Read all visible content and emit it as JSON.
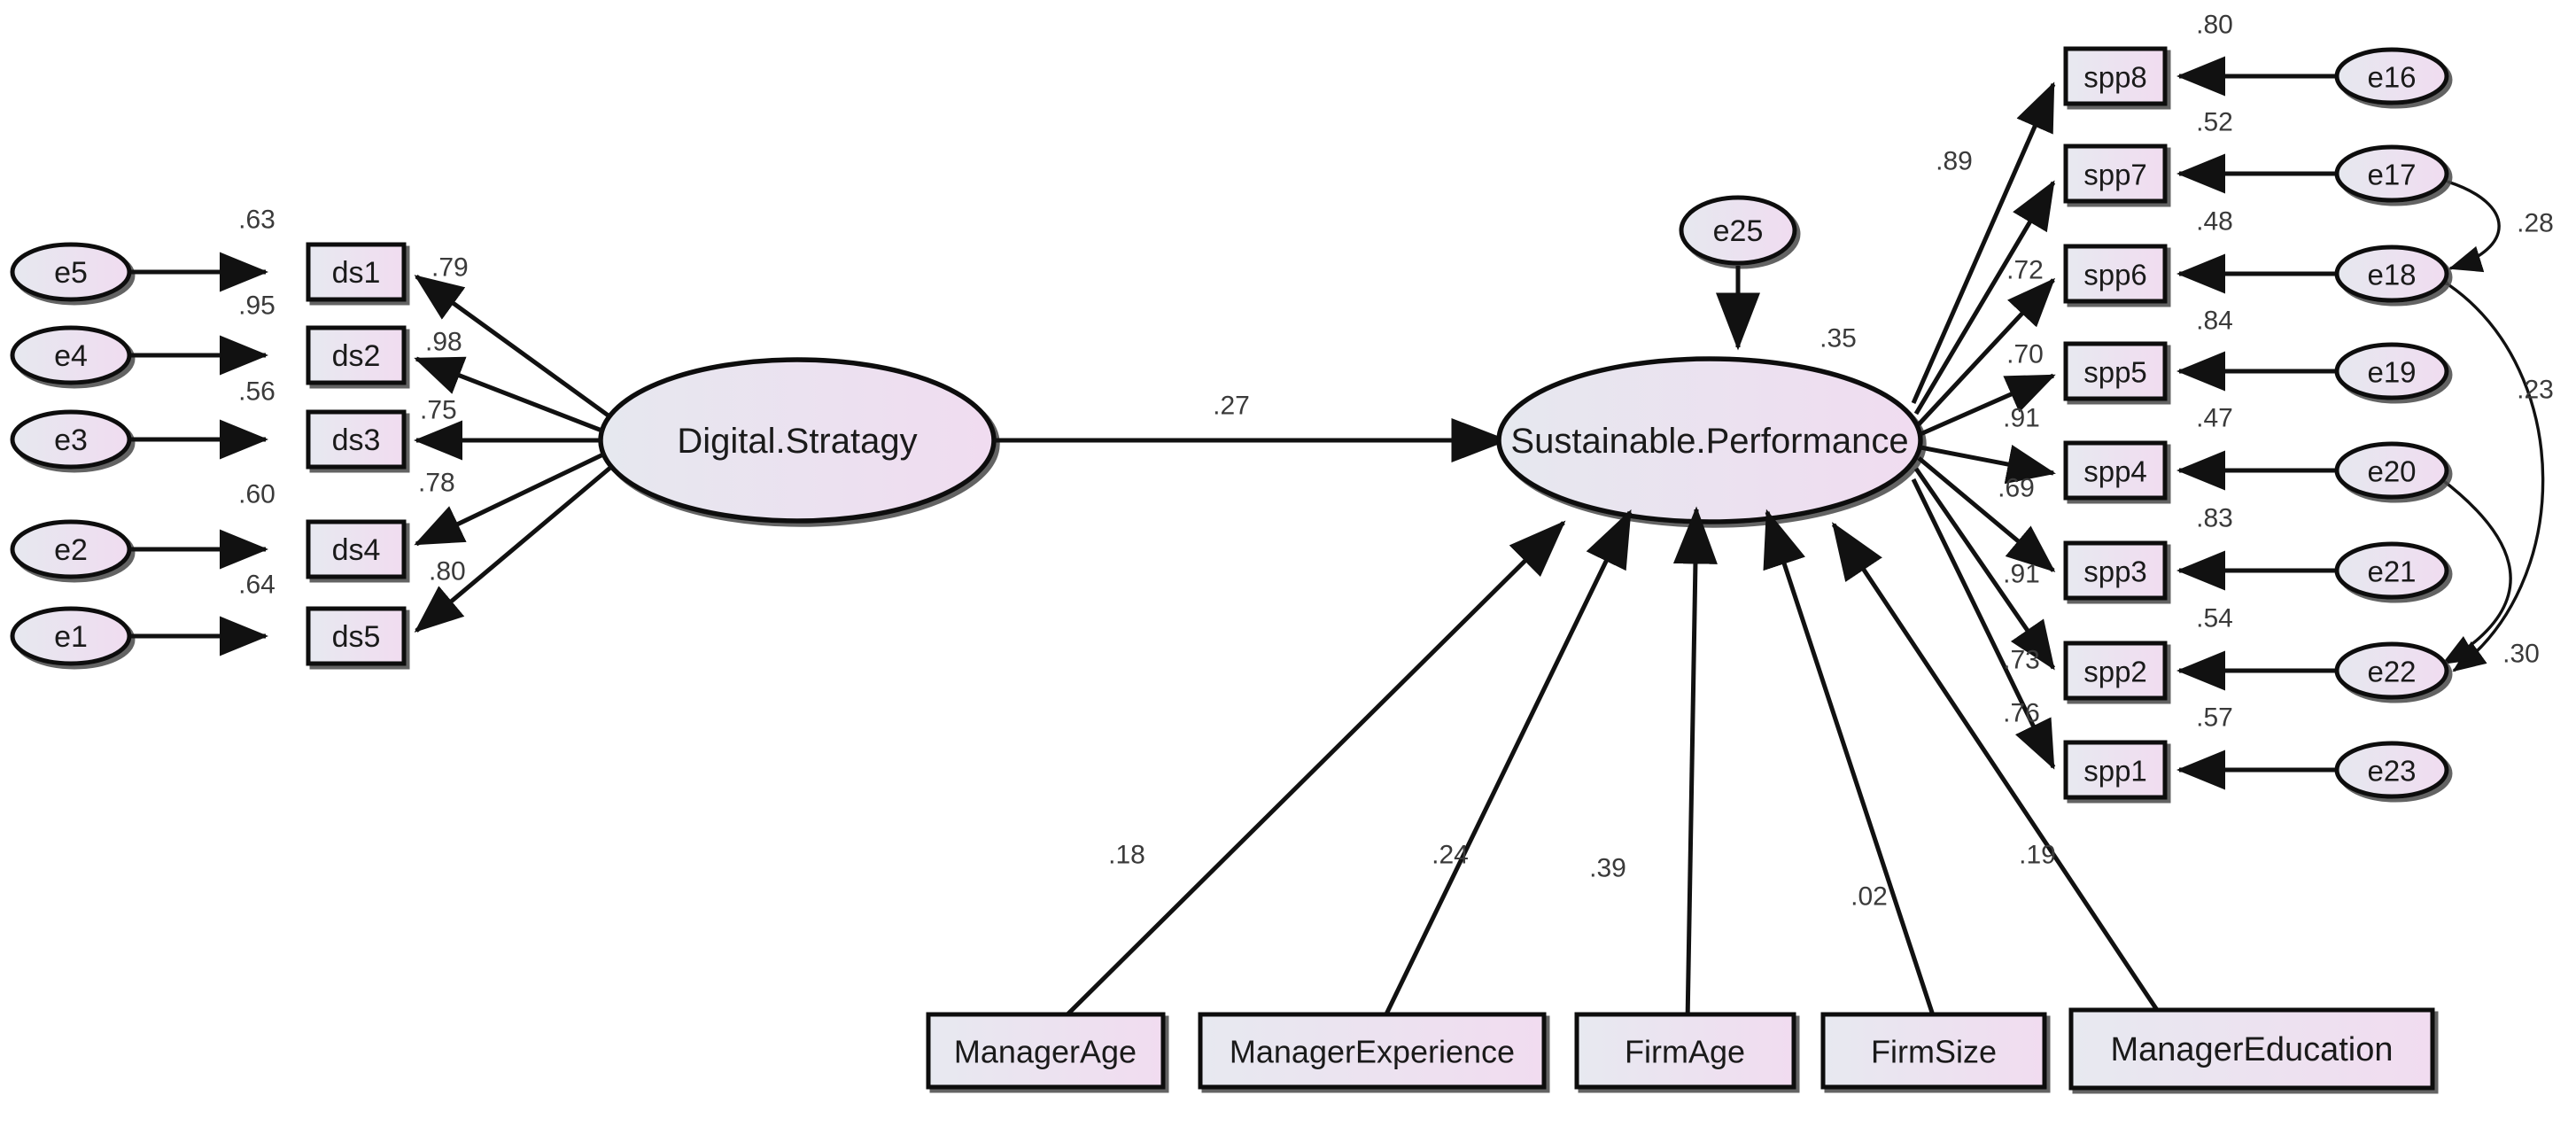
{
  "diagram": {
    "title": "SEM path diagram: Digital Strategy and Sustainable Performance",
    "colors": {
      "fill_left": "#e7e9f0",
      "fill_right": "#f1dcf0",
      "stroke": "#111111",
      "text": "#1a1a1a",
      "coefficient_text": "#3a3a3a",
      "background": "#ffffff"
    },
    "latents": [
      {
        "id": "digital-strategy",
        "label": "Digital.Stratagy"
      },
      {
        "id": "sustainable-performance",
        "label": "Sustainable.Performance"
      }
    ],
    "disturbance": {
      "id": "e25",
      "label": "e25",
      "variance_label": ".35"
    },
    "structural_path": {
      "from": "Digital.Stratagy",
      "to": "Sustainable.Performance",
      "label": ".27"
    },
    "left_indicators": [
      {
        "box": "ds1",
        "error": "e5",
        "r2": ".63",
        "loading": ".79"
      },
      {
        "box": "ds2",
        "error": "e4",
        "r2": ".95",
        "loading": ".98"
      },
      {
        "box": "ds3",
        "error": "e3",
        "r2": ".56",
        "loading": ".75"
      },
      {
        "box": "ds4",
        "error": "e2",
        "r2": ".60",
        "loading": ".78"
      },
      {
        "box": "ds5",
        "error": "e1",
        "r2": ".64",
        "loading": ".80"
      }
    ],
    "right_indicators": [
      {
        "box": "spp8",
        "error": "e16",
        "r2": ".80",
        "loading": ".89"
      },
      {
        "box": "spp7",
        "error": "e17",
        "r2": ".52",
        "loading": ".72"
      },
      {
        "box": "spp6",
        "error": "e18",
        "r2": ".48",
        "loading": ".70"
      },
      {
        "box": "spp5",
        "error": "e19",
        "r2": ".84",
        "loading": ".91"
      },
      {
        "box": "spp4",
        "error": "e20",
        "r2": ".47",
        "loading": ".69"
      },
      {
        "box": "spp3",
        "error": "e21",
        "r2": ".83",
        "loading": ".91"
      },
      {
        "box": "spp2",
        "error": "e22",
        "r2": ".54",
        "loading": ".73"
      },
      {
        "box": "spp1",
        "error": "e23",
        "r2": ".57",
        "loading": ".76"
      }
    ],
    "error_covariances": [
      {
        "from": "e17",
        "to": "e18",
        "label": ".28"
      },
      {
        "from": "e18",
        "to": "e22",
        "label": ".23"
      },
      {
        "from": "e20",
        "to": "e22",
        "label": ".30"
      }
    ],
    "controls": [
      {
        "box": "ManagerAge",
        "label": "ManagerAge",
        "coefficient": ".18"
      },
      {
        "box": "ManagerExperience",
        "label": "ManagerExperience",
        "coefficient": ".24"
      },
      {
        "box": "FirmAge",
        "label": "FirmAge",
        "coefficient": ".39"
      },
      {
        "box": "FirmSize",
        "label": "FirmSize",
        "coefficient": ".02"
      },
      {
        "box": "ManagerEducation",
        "label": "ManagerEducation",
        "coefficient": ".19"
      }
    ]
  }
}
